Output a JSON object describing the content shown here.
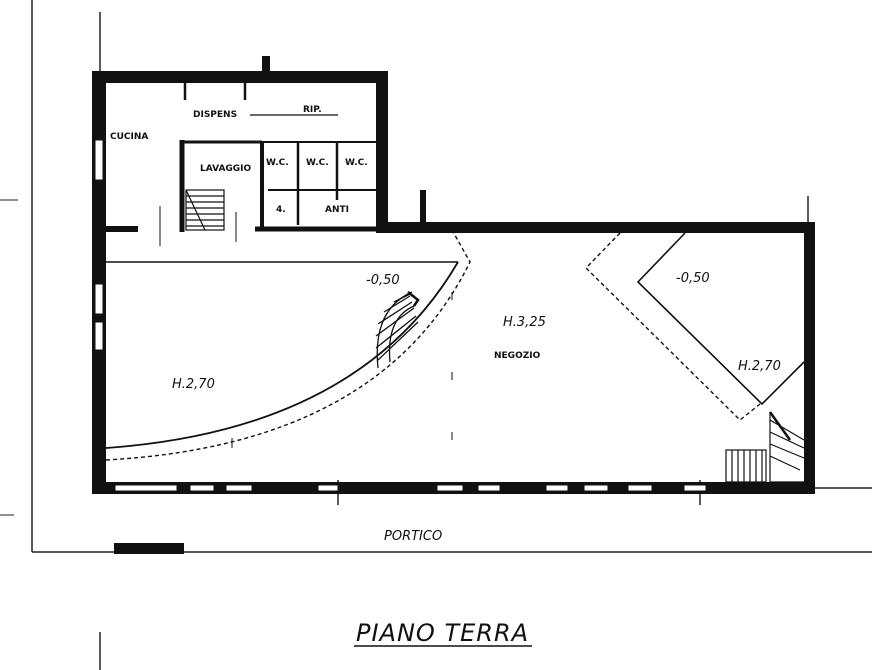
{
  "title": "PIANO TERRA",
  "rooms": {
    "cucina": "CUCINA",
    "dispens": "DISPENS",
    "rip": "RIP.",
    "lavaggio": "LAVAGGIO",
    "wc1": "W.C.",
    "wc2": "W.C.",
    "wc3": "W.C.",
    "anti": "ANTI",
    "anti_num": "4.",
    "negozio": "NEGOZIO"
  },
  "heights": {
    "main": "H.3,25",
    "left": "H.2,70",
    "right": "H.2,70",
    "level_left": "-0,50",
    "level_right": "-0,50"
  },
  "outside": {
    "portico": "PORTICO"
  },
  "colors": {
    "ink": "#111111",
    "paper": "#ffffff"
  }
}
